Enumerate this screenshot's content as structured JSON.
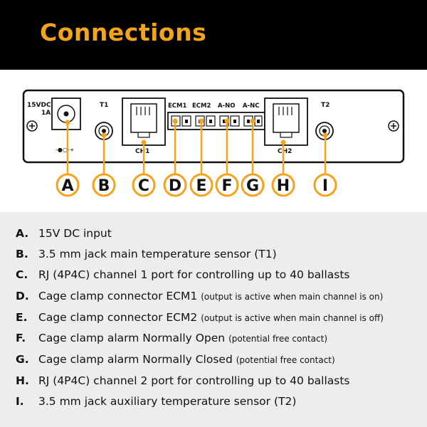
{
  "header": {
    "title": "Connections"
  },
  "device": {
    "power_label_1": "15VDC",
    "power_label_2": "1A",
    "t1_label": "T1",
    "ch1_label": "CH1",
    "ecm1_label": "ECM1",
    "ecm2_label": "ECM2",
    "ano_label": "A-NO",
    "anc_label": "A-NC",
    "ch2_label": "CH2",
    "t2_label": "T2",
    "polarity_label": "-●○-+"
  },
  "callouts": [
    "A",
    "B",
    "C",
    "D",
    "E",
    "F",
    "G",
    "H",
    "I"
  ],
  "legend": [
    {
      "letter": "A.",
      "text": "15V DC input",
      "note": ""
    },
    {
      "letter": "B.",
      "text": "3.5 mm jack main temperature sensor (T1)",
      "note": ""
    },
    {
      "letter": "C.",
      "text": "RJ (4P4C) channel 1 port for controlling up to 40 ballasts",
      "note": ""
    },
    {
      "letter": "D.",
      "text": "Cage clamp connector ECM1",
      "note": "(output is active when main channel is on)"
    },
    {
      "letter": "E.",
      "text": "Cage clamp connector ECM2",
      "note": "(output is active when main channel is off)"
    },
    {
      "letter": "F.",
      "text": "Cage clamp alarm Normally Open",
      "note": "(potential free contact)"
    },
    {
      "letter": "G.",
      "text": "Cage clamp alarm Normally Closed",
      "note": "(potential free contact)"
    },
    {
      "letter": "H.",
      "text": "RJ (4P4C) channel 2 port for controlling up to 40 ballasts",
      "note": ""
    },
    {
      "letter": "I.",
      "text": "3.5 mm jack auxiliary temperature sensor (T2)",
      "note": ""
    }
  ],
  "colors": {
    "accent": "#f5a31a",
    "header_bg": "#000000",
    "legend_bg": "#ededed"
  }
}
